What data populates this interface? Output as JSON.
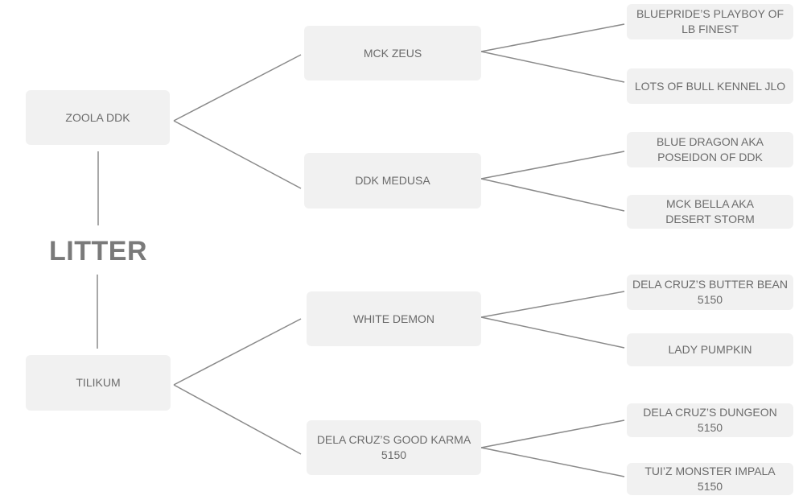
{
  "center_label": "LITTER",
  "parents": [
    {
      "key": "sire",
      "name": "ZOOLA DDK"
    },
    {
      "key": "dam",
      "name": "TILIKUM"
    }
  ],
  "grandparents": [
    {
      "name": "MCK ZEUS"
    },
    {
      "name": "DDK MEDUSA"
    },
    {
      "name": "WHITE DEMON"
    },
    {
      "name": "DELA CRUZ’S GOOD KARMA\n5150"
    }
  ],
  "great_grandparents": [
    {
      "name": "BLUEPRIDE’S PLAYBOY OF\nLB FINEST"
    },
    {
      "name": "LOTS OF BULL KENNEL JLO"
    },
    {
      "name": "BLUE DRAGON AKA\nPOSEIDON OF DDK"
    },
    {
      "name": "MCK BELLA AKA\nDESERT STORM"
    },
    {
      "name": "DELA CRUZ’S BUTTER BEAN\n5150"
    },
    {
      "name": "LADY PUMPKIN"
    },
    {
      "name": "DELA CRUZ’S DUNGEON\n5150"
    },
    {
      "name": "TUI’Z MONSTER IMPALA\n5150"
    }
  ]
}
